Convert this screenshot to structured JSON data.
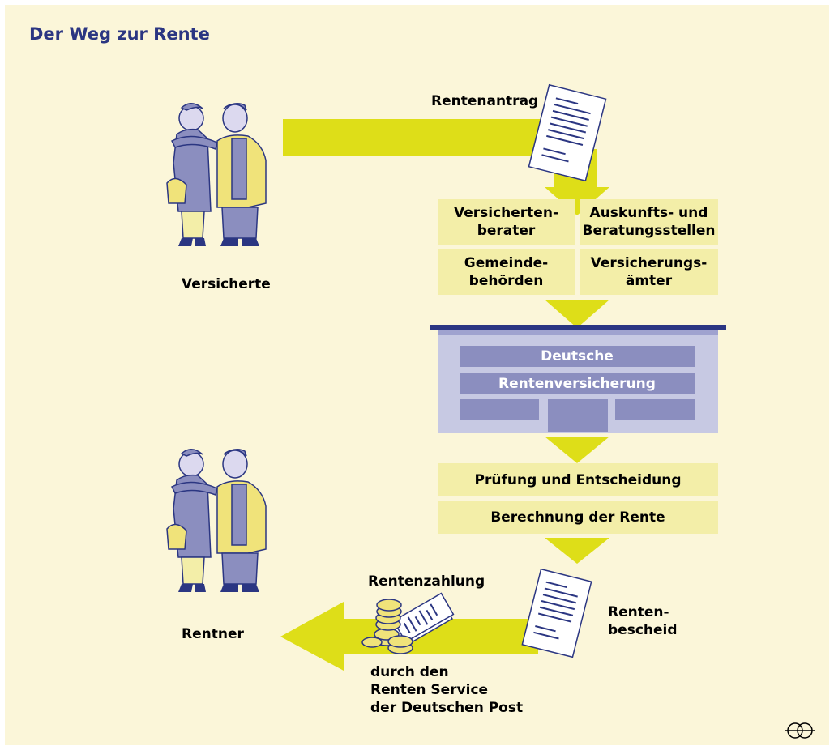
{
  "title": "Der Weg zur Rente",
  "labels": {
    "versicherte": "Versicherte",
    "rentner": "Rentner",
    "rentenantrag": "Rentenantrag",
    "rentenzahlung": "Rentenzahlung",
    "durch_den": "durch den\nRenten Service\nder Deutschen Post",
    "rentenbescheid": "Renten-\nbescheid"
  },
  "offices": [
    "Versicherten-\nberater",
    "Auskunfts- und\nBeratungsstellen",
    "Gemeinde-\nbehörden",
    "Versicherungs-\nämter"
  ],
  "building": {
    "line1": "Deutsche",
    "line2": "Rentenversicherung"
  },
  "steps": [
    "Prüfung und Entscheidung",
    "Berechnung der Rente"
  ],
  "colors": {
    "arrow": "#dede18",
    "box": "#f3eea8",
    "building": "#c7c9e3",
    "building_dark": "#8b8ebf",
    "roof": "#2b3682",
    "title": "#2b3682"
  }
}
